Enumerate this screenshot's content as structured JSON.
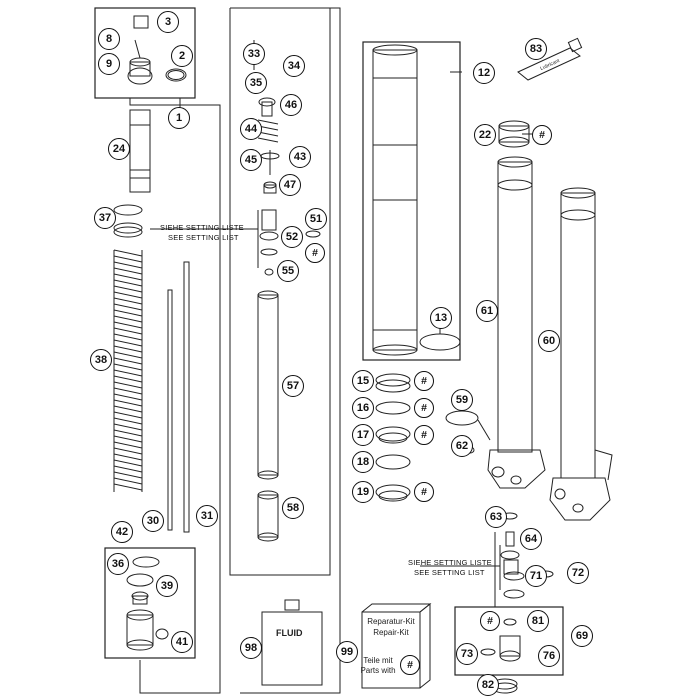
{
  "callouts": {
    "c1": "1",
    "c2": "2",
    "c3": "3",
    "c8": "8",
    "c9": "9",
    "c12": "12",
    "c13": "13",
    "c15": "15",
    "c16": "16",
    "c17": "17",
    "c18": "18",
    "c19": "19",
    "c22": "22",
    "c24": "24",
    "c30": "30",
    "c31": "31",
    "c33": "33",
    "c34": "34",
    "c35": "35",
    "c36": "36",
    "c37": "37",
    "c38": "38",
    "c39": "39",
    "c41": "41",
    "c42": "42",
    "c43": "43",
    "c44": "44",
    "c45": "45",
    "c46": "46",
    "c47": "47",
    "c51": "51",
    "c52": "52",
    "c55": "55",
    "c57": "57",
    "c58": "58",
    "c59": "59",
    "c60": "60",
    "c61": "61",
    "c62": "62",
    "c63": "63",
    "c64": "64",
    "c69": "69",
    "c71": "71",
    "c72": "72",
    "c73": "73",
    "c76": "76",
    "c81": "81",
    "c82": "82",
    "c83": "83",
    "c98": "98",
    "c99": "99",
    "hash": "#"
  },
  "notes": {
    "setting_de": "SIEHE SETTING LISTE",
    "setting_en": "SEE SETTING LIST"
  },
  "fluid_label": "FLUID",
  "repair_kit": {
    "line1": "Reparatur-Kit",
    "line2": "Repair-Kit",
    "line3": "Teile mit",
    "line4": "Parts with"
  },
  "tube_label": "Lubricant"
}
